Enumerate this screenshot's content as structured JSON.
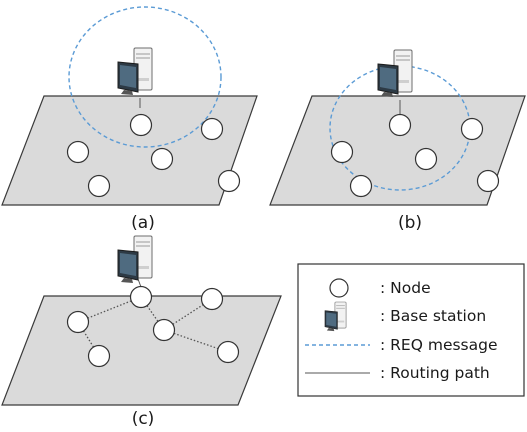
{
  "panels": [
    {
      "id": "a",
      "caption": "(a)"
    },
    {
      "id": "b",
      "caption": "(b)"
    },
    {
      "id": "c",
      "caption": "(c)"
    }
  ],
  "legend": {
    "items": [
      {
        "symbol": "node",
        "label": ": Node"
      },
      {
        "symbol": "base-station",
        "label": ": Base station"
      },
      {
        "symbol": "dashed-line",
        "label": ": REQ message"
      },
      {
        "symbol": "solid-line",
        "label": ": Routing path"
      }
    ]
  },
  "colors": {
    "plane_fill": "#dadada",
    "plane_stroke": "#3a3a3a",
    "node_fill": "#ffffff",
    "node_stroke": "#333333",
    "req_message": "#5b9bd5",
    "routing_path": "#555555",
    "legend_border": "#333333"
  }
}
